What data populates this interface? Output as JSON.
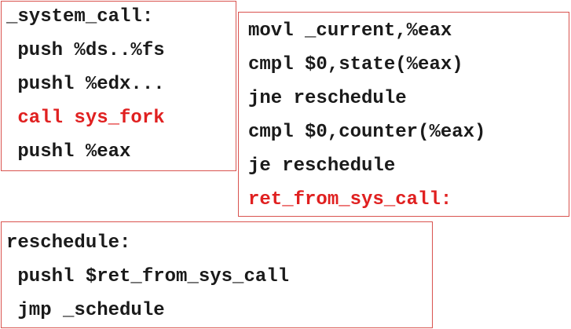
{
  "boxes": {
    "system_call": {
      "lines": [
        "_system_call:",
        " push %ds..%fs",
        " pushl %edx...",
        " call sys_fork",
        " pushl %eax"
      ]
    },
    "schedule_check": {
      "lines": [
        "movl _current,%eax",
        "cmpl $0,state(%eax)",
        "jne reschedule",
        "cmpl $0,counter(%eax)",
        "je reschedule",
        "ret_from_sys_call:"
      ]
    },
    "reschedule": {
      "lines": [
        "reschedule:",
        " pushl $ret_from_sys_call",
        " jmp _schedule"
      ]
    }
  },
  "colors": {
    "border": "#d9534f",
    "text": "#1a1a1a",
    "highlight": "#e02020"
  }
}
